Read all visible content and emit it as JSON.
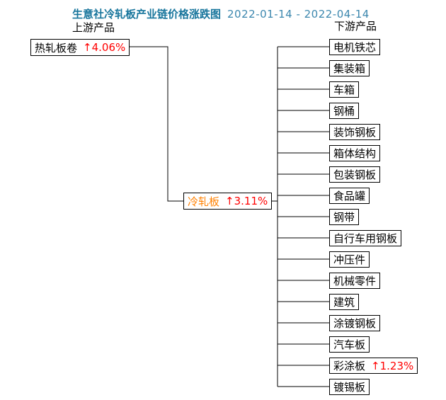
{
  "title": {
    "text": "生意社冷轧板产业链价格涨跌图",
    "date_range": "2022-01-14 - 2022-04-14"
  },
  "labels": {
    "upstream": "上游产品",
    "downstream": "下游产品"
  },
  "upstream_node": {
    "name": "热轧板卷",
    "change": "↑4.06%"
  },
  "mid_node": {
    "name": "冷轧板",
    "change": "↑3.11%"
  },
  "downstream_nodes": [
    {
      "name": "电机铁芯"
    },
    {
      "name": "集装箱"
    },
    {
      "name": "车箱"
    },
    {
      "name": "钢桶"
    },
    {
      "name": "装饰钢板"
    },
    {
      "name": "箱体结构"
    },
    {
      "name": "包装钢板"
    },
    {
      "name": "食品罐"
    },
    {
      "name": "钢带"
    },
    {
      "name": "自行车用钢板"
    },
    {
      "name": "冲压件"
    },
    {
      "name": "机械零件"
    },
    {
      "name": "建筑"
    },
    {
      "name": "涂镀钢板"
    },
    {
      "name": "汽车板"
    },
    {
      "name": "彩涂板",
      "change": "↑1.23%"
    },
    {
      "name": "镀锡板"
    }
  ],
  "colors": {
    "title_blue": "#17759c",
    "date_blue": "#3c87ae",
    "change_red": "#ff0000",
    "mid_orange": "#ff8000",
    "line_black": "#000000"
  }
}
